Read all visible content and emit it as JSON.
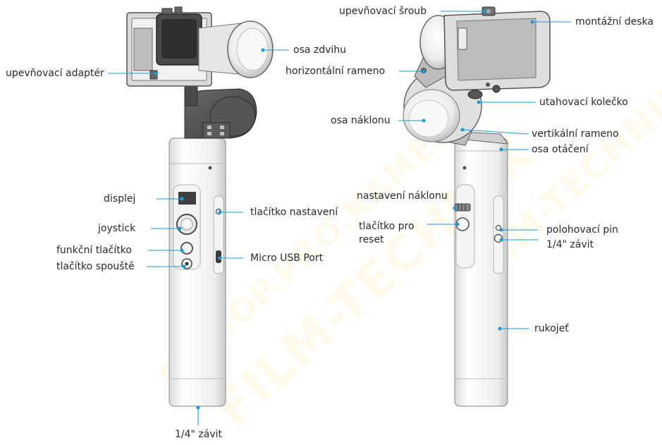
{
  "colors": {
    "leader": "#1a9bd6",
    "body_dark": "#3a3a3a",
    "body_mid": "#9a9a9a",
    "body_light": "#ececec",
    "watermark": "#ffcd3c"
  },
  "watermark": {
    "line1": "E-SHOP.PRO.KAMERY.CZ",
    "line2": "FILM-TECHNIK"
  },
  "front_view": {
    "labels": {
      "mount_adapter": "upevňovací adaptér",
      "lift_axis": "osa zdvihu",
      "display": "displej",
      "joystick": "joystick",
      "function_button": "funkční tlačítko",
      "shutter_button": "tlačítko spouště",
      "settings_button": "tlačítko nastavení",
      "micro_usb": "Micro USB Port",
      "bottom_thread": "1/4\" závit"
    }
  },
  "back_view": {
    "labels": {
      "mount_screw": "upevňovací šroub",
      "mount_plate": "montážní deska",
      "horizontal_arm": "horizontální rameno",
      "tighten_wheel": "utahovací kolečko",
      "tilt_axis": "osa náklonu",
      "vertical_arm": "vertikální rameno",
      "rotation_axis": "osa otáčení",
      "tilt_adjust": "nastavení náklonu",
      "reset_button_line1": "tlačítko pro",
      "reset_button_line2": "reset",
      "positioning_pin": "polohovací pin",
      "side_thread": "1/4\" závit",
      "handle": "rukojeť"
    }
  }
}
